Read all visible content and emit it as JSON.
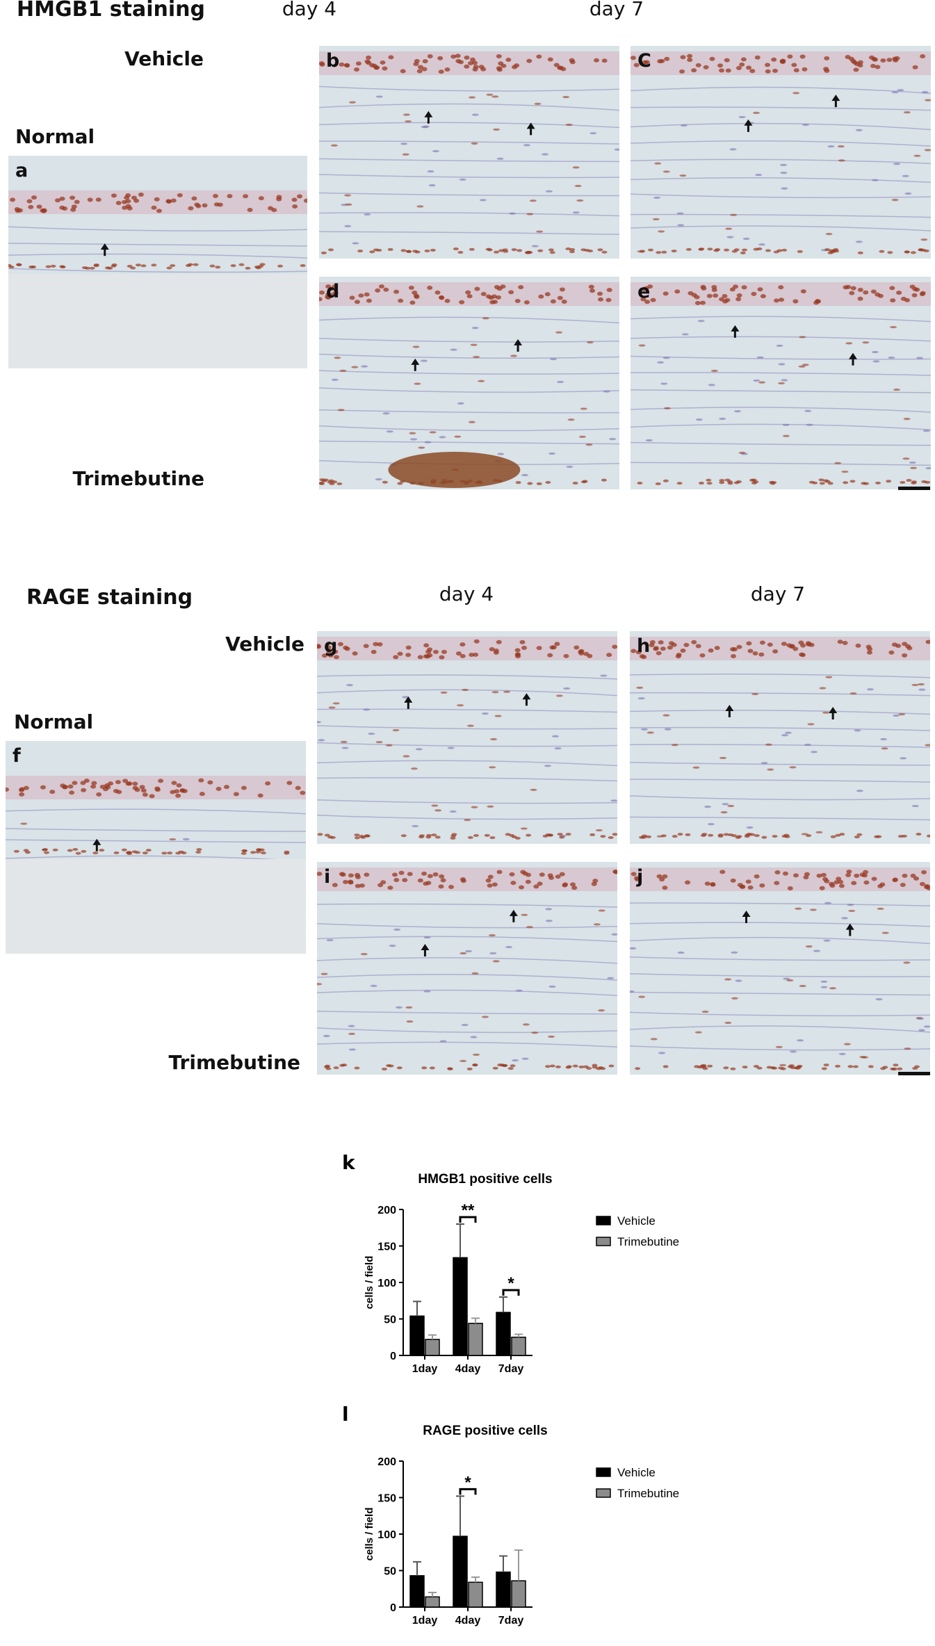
{
  "hmgb1": {
    "title": "HMGB1 staining",
    "day4": "day 4",
    "day7": "day 7",
    "vehicle": "Vehicle",
    "trimebutine": "Trimebutine",
    "normal": "Normal",
    "panels": [
      "a",
      "b",
      "C",
      "d",
      "e"
    ]
  },
  "rage": {
    "title": "RAGE staining",
    "day4": "day 4",
    "day7": "day 7",
    "vehicle": "Vehicle",
    "trimebutine": "Trimebutine",
    "normal": "Normal",
    "panels": [
      "f",
      "g",
      "h",
      "i",
      "j"
    ]
  },
  "colors": {
    "vehicle": "#000000",
    "trimebutine": "#8c8c8c",
    "tissue_bg": "#d9e3e8",
    "nuclei": "#9a3a22",
    "counterstain": "#7d72b0"
  },
  "chart_data": [
    {
      "panel": "k",
      "type": "bar",
      "title": "HMGB1 positive cells",
      "ylabel": "cells / field",
      "xlabel": "",
      "categories": [
        "1day",
        "4day",
        "7day"
      ],
      "ylim": [
        0,
        200
      ],
      "yticks": [
        "0",
        "50",
        "100",
        "150",
        "200"
      ],
      "series": [
        {
          "name": "Vehicle",
          "values": [
            54,
            134,
            59
          ],
          "errors": [
            20,
            46,
            21
          ]
        },
        {
          "name": "Trimebutine",
          "values": [
            22,
            44,
            25
          ],
          "errors": [
            6,
            7,
            4
          ]
        }
      ],
      "significance": [
        {
          "category": "4day",
          "label": "**"
        },
        {
          "category": "7day",
          "label": "*"
        }
      ],
      "legend": "right"
    },
    {
      "panel": "l",
      "type": "bar",
      "title": "RAGE  positive cells",
      "ylabel": "cells / field",
      "xlabel": "",
      "categories": [
        "1day",
        "4day",
        "7day"
      ],
      "ylim": [
        0,
        200
      ],
      "yticks": [
        "0",
        "50",
        "100",
        "150",
        "200"
      ],
      "series": [
        {
          "name": "Vehicle",
          "values": [
            43,
            97,
            48
          ],
          "errors": [
            19,
            55,
            22
          ]
        },
        {
          "name": "Trimebutine",
          "values": [
            14,
            34,
            36
          ],
          "errors": [
            6,
            7,
            42
          ]
        }
      ],
      "significance": [
        {
          "category": "4day",
          "label": "*"
        }
      ],
      "legend": "right"
    }
  ]
}
